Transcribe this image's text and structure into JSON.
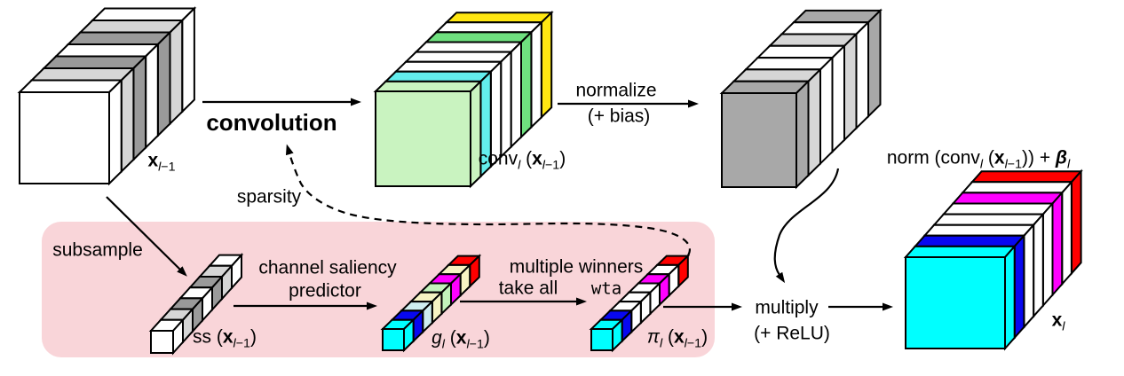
{
  "figure": {
    "background": "#ffffff",
    "region_color": "#f9d5d9",
    "line_color": "#000000"
  },
  "labels": {
    "convolution": "convolution",
    "normalize_line1": "normalize",
    "normalize_line2": "(+ bias)",
    "sparsity": "sparsity",
    "subsample": "subsample",
    "saliency_line1": "channel saliency",
    "saliency_line2": "predictor",
    "winners_line1": "multiple winners",
    "winners_line2": "take all",
    "winners_wta": "wta",
    "multiply_line1": "multiply",
    "multiply_line2": "(+ ReLU)"
  },
  "tensors": {
    "input": {
      "label": "**x**_{//l//−1}",
      "type": "stack",
      "slabs": [
        "#ffffff",
        "#d6d6d6",
        "#9a9a9a",
        "#ffffff",
        "#9a9a9a",
        "#d6d6d6",
        "#ffffff"
      ]
    },
    "conv": {
      "label": "conv_{//l//} (**x**_{//l//−1})",
      "type": "stack",
      "slabs": [
        "#c9f3c0",
        "#63eded",
        "#ffffff",
        "#ffffff",
        "#ffffff",
        "#6fe07f",
        "#ffffff",
        "#ffe712"
      ]
    },
    "norm": {
      "label": "norm (conv_{//l//} (**x**_{//l//−1})) + **//β//**_{//l//}",
      "type": "stack",
      "slabs": [
        "#a8a8a8",
        "#d6d6d6",
        "#ffffff",
        "#ffffff",
        "#d6d6d6",
        "#ffffff",
        "#a8a8a8"
      ]
    },
    "subsampled": {
      "label": "ss (**x**_{//l//−1})",
      "type": "strip",
      "slabs": [
        "#ffffff",
        "#d6d6d6",
        "#9a9a9a",
        "#ffffff",
        "#9a9a9a",
        "#d6d6d6",
        "#ffffff"
      ]
    },
    "saliency": {
      "label": "//g//_{//l//} (**x**_{//l//−1})",
      "type": "strip",
      "slabs": [
        "#00ffff",
        "#0808f0",
        "#cfeef0",
        "#f6f3c3",
        "#c3f2bb",
        "#ff00ff",
        "#f6f3c3",
        "#ff0000"
      ]
    },
    "winners": {
      "label": "//π//_{//l//} (**x**_{//l//−1})",
      "type": "strip",
      "slabs": [
        "#00ffff",
        "#0808f0",
        "#ffffff",
        "#ffffff",
        "#ffffff",
        "#ff00ff",
        "#ffffff",
        "#ff0000"
      ]
    },
    "output": {
      "label": "**x**_{//l//}",
      "type": "stack",
      "slabs": [
        "#00ffff",
        "#0808f0",
        "#ffffff",
        "#ffffff",
        "#ffffff",
        "#ff00ff",
        "#ffffff",
        "#ff0000"
      ]
    }
  }
}
